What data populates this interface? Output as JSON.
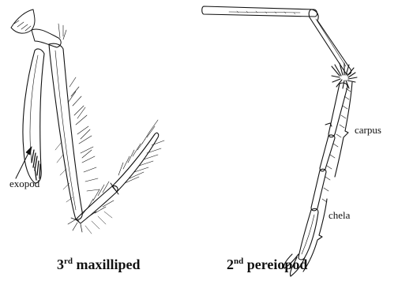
{
  "labels": {
    "exopod": "exopod",
    "carpus": "carpus",
    "chela": "chela"
  },
  "captions": {
    "left": {
      "number": "3",
      "suffix": "rd",
      "text": "maxilliped"
    },
    "right": {
      "number": "2",
      "suffix": "nd",
      "text": "pereiopod"
    }
  },
  "colors": {
    "ink": "#111111",
    "background": "#ffffff"
  }
}
